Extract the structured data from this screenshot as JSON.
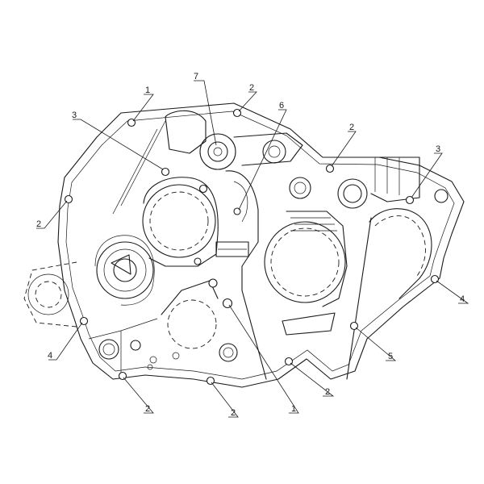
{
  "callouts": [
    {
      "id": "c1",
      "text": "1"
    },
    {
      "id": "c2",
      "text": "2"
    },
    {
      "id": "c3",
      "text": "6"
    },
    {
      "id": "c4",
      "text": "7"
    },
    {
      "id": "c5",
      "text": "3"
    },
    {
      "id": "c6",
      "text": "2"
    },
    {
      "id": "c7",
      "text": "3"
    },
    {
      "id": "c8",
      "text": "2"
    },
    {
      "id": "c9",
      "text": "4"
    },
    {
      "id": "c10",
      "text": "4"
    },
    {
      "id": "c11",
      "text": "5"
    },
    {
      "id": "c12",
      "text": "2"
    },
    {
      "id": "c13",
      "text": "1"
    },
    {
      "id": "c14",
      "text": "2"
    },
    {
      "id": "c15",
      "text": "2"
    }
  ]
}
